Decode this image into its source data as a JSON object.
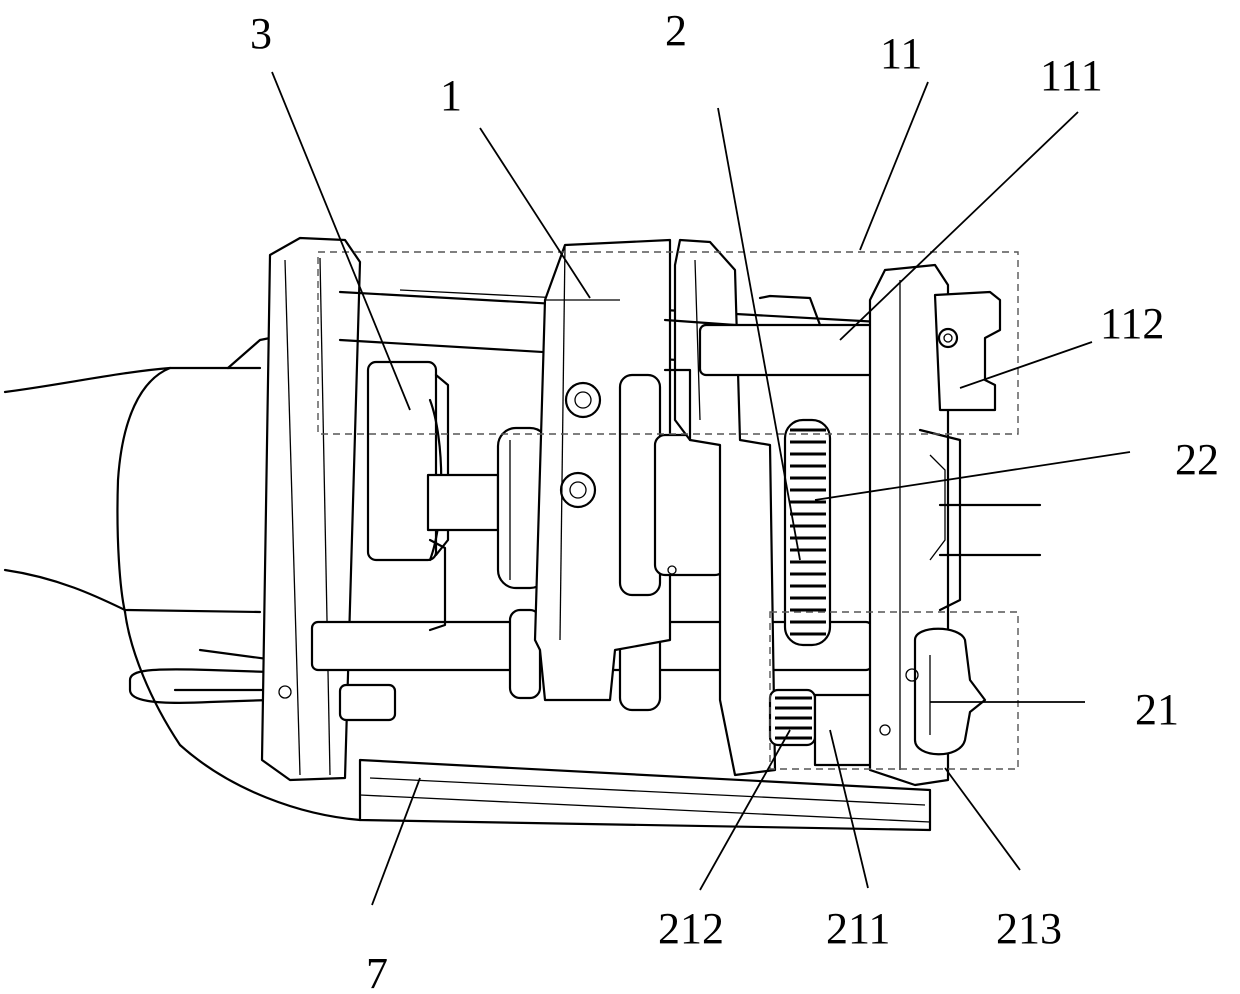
{
  "labels": {
    "l3": "3",
    "l1": "1",
    "l2": "2",
    "l11": "11",
    "l111": "111",
    "l112": "112",
    "l22": "22",
    "l21": "21",
    "l212": "212",
    "l211": "211",
    "l213": "213",
    "l7": "7"
  }
}
